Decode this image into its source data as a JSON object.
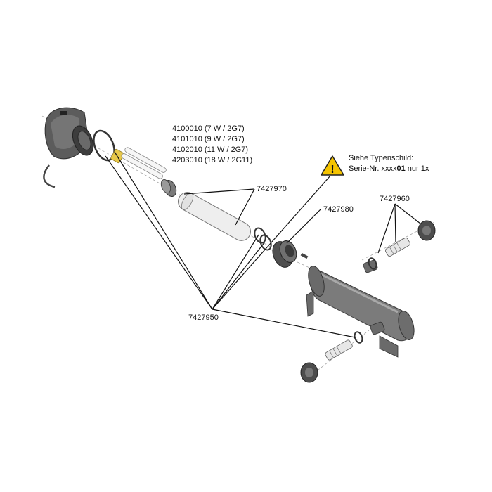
{
  "lamp_options": [
    "4100010 (7 W / 2G7)",
    "4101010 (9 W / 2G7)",
    "4102010 (11 W / 2G7)",
    "4203010 (18 W / 2G11)"
  ],
  "parts": {
    "quartz_tube": "7427970",
    "housing_nut": "7427980",
    "hose_connectors": "7427960",
    "seal_set": "7427950"
  },
  "note": {
    "line1": "Siehe Typenschild:",
    "line2_prefix": "Serie-Nr. xxxx",
    "line2_bold": "01",
    "line2_suffix": " nur 1x"
  },
  "warning_symbol": "!",
  "colors": {
    "housing_dark": "#5e5e5e",
    "housing_mid": "#8a8a8a",
    "tube_fill": "#eeeeee",
    "warning_yellow": "#f5c400",
    "lamp_base": "#e8c84a"
  }
}
